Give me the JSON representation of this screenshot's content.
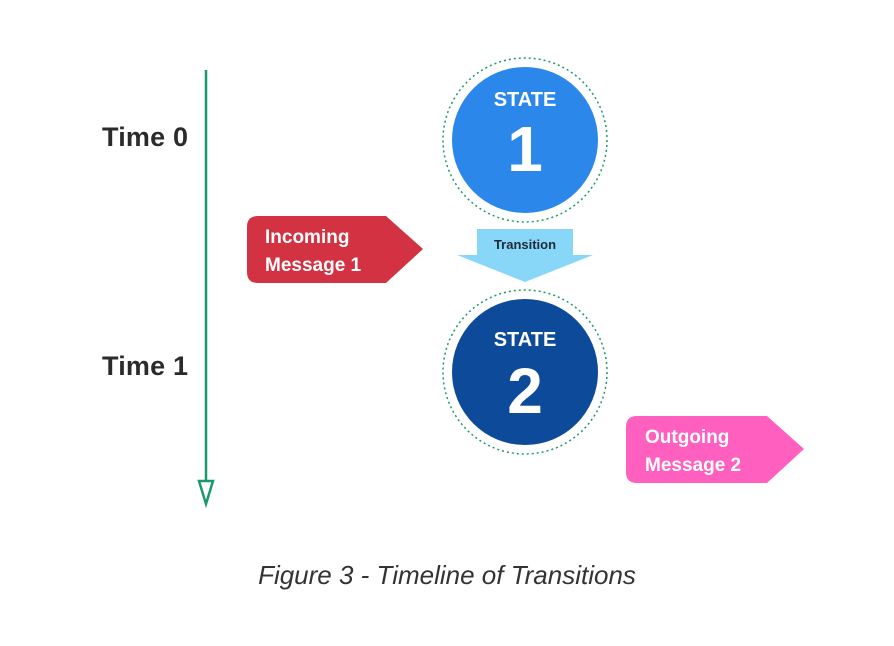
{
  "timeline": {
    "labels": [
      "Time 0",
      "Time 1"
    ],
    "color": "#1a9a6c"
  },
  "states": [
    {
      "word": "STATE",
      "number": "1",
      "fill": "#2b88ea",
      "ring": "#1a9a6c"
    },
    {
      "word": "STATE",
      "number": "2",
      "fill": "#0d4b9a",
      "ring": "#1a9a6c"
    }
  ],
  "transition": {
    "label": "Transition",
    "fill": "#88d6f8"
  },
  "messages": {
    "incoming": {
      "text": "Incoming\nMessage 1",
      "fill": "#d23241"
    },
    "outgoing": {
      "text": "Outgoing\nMessage 2",
      "fill": "#ff5fbf"
    }
  },
  "caption": "Figure 3 - Timeline of Transitions"
}
